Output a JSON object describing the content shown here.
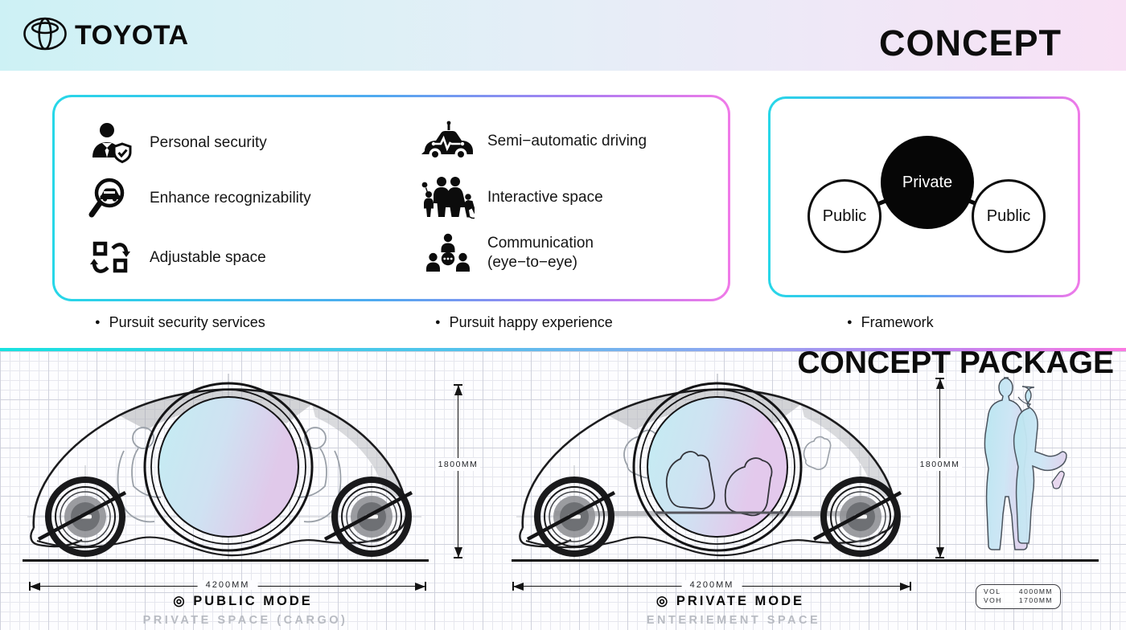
{
  "header": {
    "brand": "TOYOTA",
    "title": "CONCEPT"
  },
  "concept": {
    "features": [
      {
        "icon": "person-shield-icon",
        "label": "Personal security"
      },
      {
        "icon": "magnifier-car-icon",
        "label": "Enhance recognizability"
      },
      {
        "icon": "swap-arrows-icon",
        "label": "Adjustable space"
      },
      {
        "icon": "autonomous-car-icon",
        "label": "Semi−automatic driving"
      },
      {
        "icon": "family-icon",
        "label": "Interactive space"
      },
      {
        "icon": "people-chat-icon",
        "label": "Communication",
        "label_line2": "(eye−to−eye)"
      }
    ],
    "captions": {
      "left": "Pursuit  security services",
      "middle": "Pursuit  happy experience",
      "right": "Framework"
    },
    "framework": {
      "center": "Private",
      "side_left": "Public",
      "side_right": "Public"
    }
  },
  "package": {
    "title": "CONCEPT PACKAGE",
    "left_car": {
      "height_label": "1800MM",
      "length_label": "4200MM",
      "mode_label": "◎ PUBLIC MODE",
      "space_label": "PRIVATE SPACE (CARGO)"
    },
    "right_car": {
      "height_label": "1800MM",
      "length_label": "4200MM",
      "mode_label": "◎ PRIVATE MODE",
      "space_label": "ENTERIEMENT SPACE"
    },
    "spec_table": {
      "rows": [
        {
          "key": "VOL",
          "value": "4000MM"
        },
        {
          "key": "VOH",
          "value": "1700MM"
        }
      ]
    }
  },
  "colors": {
    "accent_cyan": "#27d7e8",
    "accent_blue": "#4faaf0",
    "accent_magenta": "#f07ae8",
    "window_cyan": "#c5edf3",
    "window_pink": "#e0c9ea"
  }
}
